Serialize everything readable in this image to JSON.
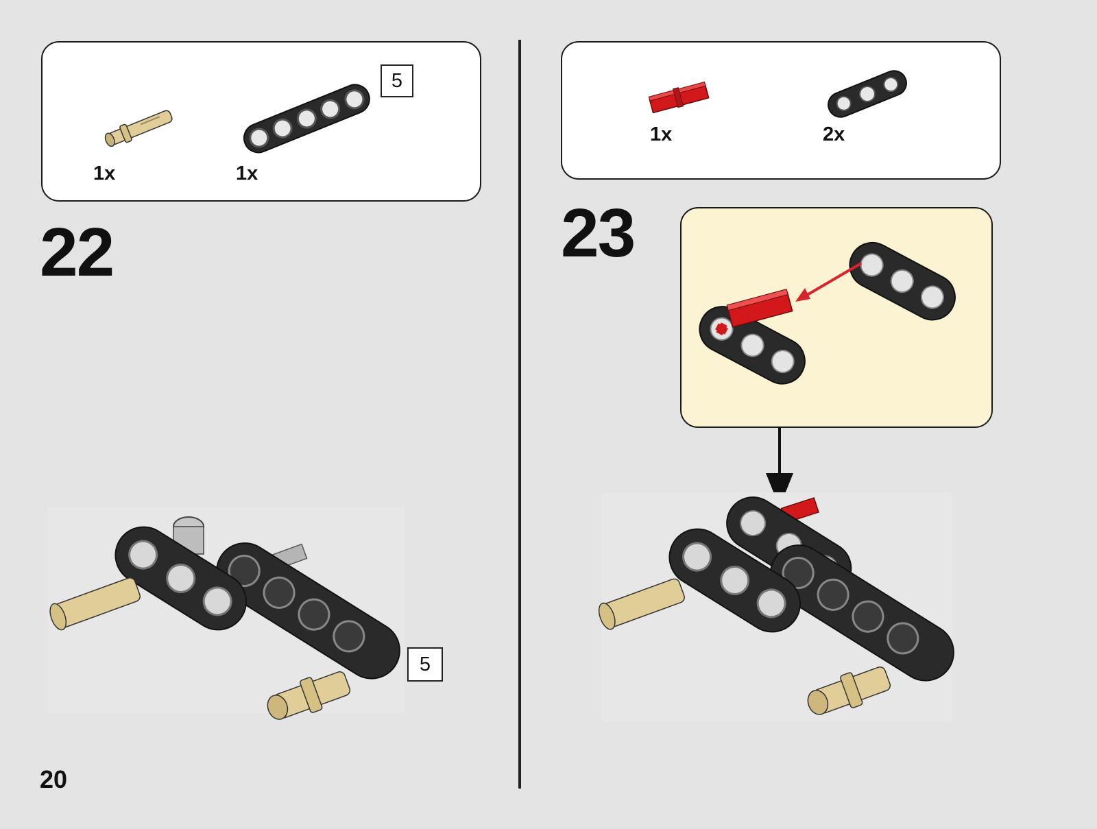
{
  "page": {
    "number": "20"
  },
  "steps": [
    {
      "number": "22",
      "parts": [
        {
          "quantity": "1x",
          "part": "tan-friction-pin-icon"
        },
        {
          "quantity": "1x",
          "part": "black-5-hole-beam-icon",
          "length_tag": "5"
        }
      ],
      "assembly_length_tag": "5"
    },
    {
      "number": "23",
      "parts": [
        {
          "quantity": "1x",
          "part": "red-axle-icon"
        },
        {
          "quantity": "2x",
          "part": "black-3-hole-beam-icon"
        }
      ]
    }
  ],
  "colors": {
    "background": "#e3e4e3",
    "callout_background": "#fcf3d2",
    "beam": "#2a2a2a",
    "pin": "#e0cd98",
    "axle": "#d3181c",
    "arrow_red": "#d8242a"
  }
}
